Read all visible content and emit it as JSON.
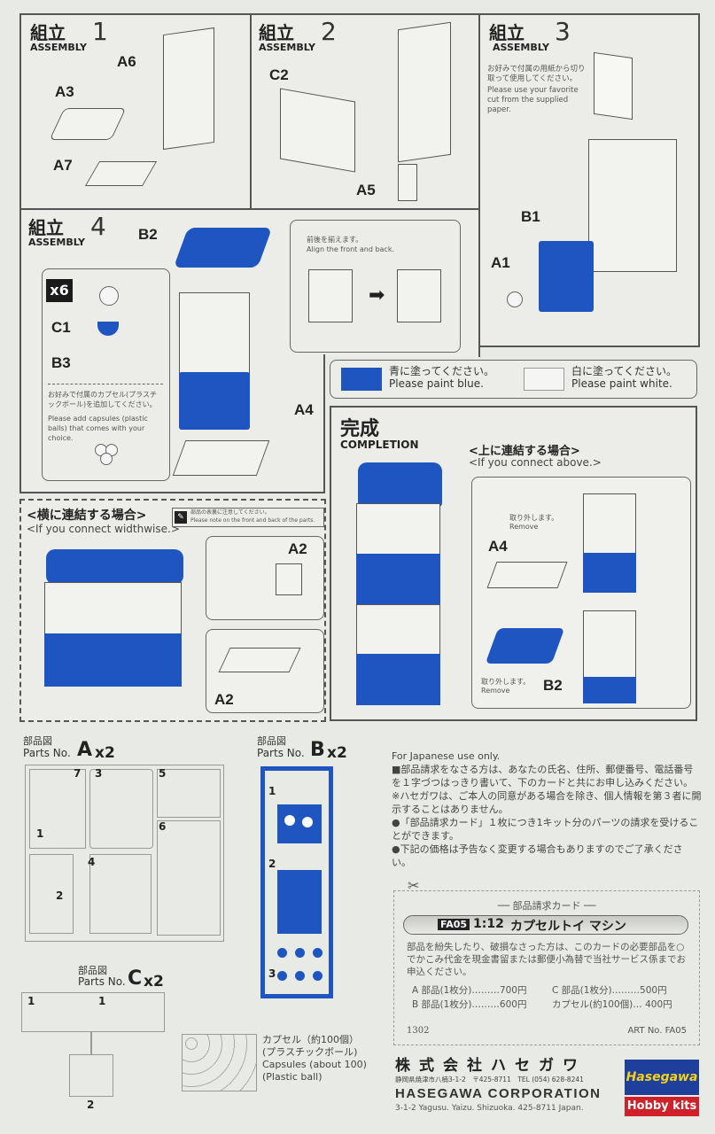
{
  "colors": {
    "blue": "#1f55c0",
    "white": "#f5f5f3",
    "page": "#e8eae5",
    "hobby_red": "#d0202a"
  },
  "assembly1": {
    "jp": "組立",
    "en": "ASSEMBLY",
    "num": "1",
    "labels": [
      "A6",
      "A3",
      "A7"
    ]
  },
  "assembly2": {
    "jp": "組立",
    "en": "ASSEMBLY",
    "num": "2",
    "labels": [
      "C2",
      "A5"
    ]
  },
  "assembly3": {
    "jp": "組立",
    "en": "ASSEMBLY",
    "num": "3",
    "note_jp": "お好みで付属の用紙から切り取って使用してください。",
    "note_en": "Please use your favorite cut from the supplied paper.",
    "labels": [
      "B1",
      "A1"
    ]
  },
  "assembly4": {
    "jp": "組立",
    "en": "ASSEMBLY",
    "num": "4",
    "labels": [
      "B2",
      "C1",
      "B3",
      "A4"
    ],
    "count_badge": "x6",
    "note_jp": "お好みで付属のカプセル(プラスチックボール)を追加してください。",
    "note_en": "Please add capsules (plastic balls) that comes with your choice.",
    "align_jp": "前後を揃えます。",
    "align_en": "Align the front and back."
  },
  "legend": {
    "blue_jp": "青に塗ってください。",
    "blue_en": "Please paint blue.",
    "white_jp": "白に塗ってください。",
    "white_en": "Please paint white."
  },
  "completion": {
    "jp": "完成",
    "en": "COMPLETION",
    "above_jp": "<上に連結する場合>",
    "above_en": "<If you connect above.>",
    "labels": [
      "A4",
      "B2"
    ],
    "remove_jp": "取り外します。",
    "remove_en": "Remove"
  },
  "widthwise": {
    "jp": "<横に連結する場合>",
    "en": "<If you connect widthwise.>",
    "note_jp": "部品の表裏に注意してください。",
    "note_en": "Please note on the front and back of the parts.",
    "labels": [
      "A2",
      "A2"
    ]
  },
  "parts": {
    "a": {
      "jp": "部品図",
      "en": "Parts No.",
      "letter": "A",
      "count": "x2",
      "numbers": [
        "7",
        "3",
        "5",
        "6",
        "1",
        "2",
        "4"
      ]
    },
    "b": {
      "jp": "部品図",
      "en": "Parts No.",
      "letter": "B",
      "count": "x2",
      "numbers": [
        "1",
        "2",
        "3"
      ]
    },
    "c": {
      "jp": "部品図",
      "en": "Parts No.",
      "letter": "C",
      "count": "x2",
      "numbers": [
        "1",
        "1",
        "2"
      ]
    },
    "capsules": {
      "l1": "カプセル（約100個）",
      "l2": "(プラスチックボール)",
      "l3": "Capsules (about 100)",
      "l4": "(Plastic ball)"
    }
  },
  "order": {
    "header": "For Japanese use only.",
    "p1": "■部品請求をなさる方は、あなたの氏名、住所、郵便番号、電話番号を１字づつはっきり書いて、下のカードと共にお申し込みください。",
    "p2": "※ハセガワは、ご本人の同意がある場合を除き、個人情報を第３者に開示することはありません。",
    "p3": "●「部品請求カード」１枚につき1キット分のパーツの請求を受けることができます。",
    "p4": "●下記の価格は予告なく変更する場合もありますのでご了承ください。",
    "card_title": "部品請求カード",
    "kit_code": "FA05",
    "scale": "1:12",
    "kit_name": "カプセルトイ マシン",
    "card_text": "部品を紛失したり、破損なさった方は、このカードの必要部品を○でかこみ代金を現金書留または郵便小為替で当社サービス係までお申込ください。",
    "prices": [
      {
        "item": "A 部品(1枚分)",
        "price": "700円"
      },
      {
        "item": "C 部品(1枚分)",
        "price": "500円"
      },
      {
        "item": "B 部品(1枚分)",
        "price": "600円"
      },
      {
        "item": "カプセル(約100個)",
        "price": "400円"
      }
    ],
    "code": "1302",
    "art_no": "ART No. FA05"
  },
  "company": {
    "jp": "株式会社ハセガワ",
    "address_jp": "静岡県焼津市八楠3-1-2　〒425-8711　TEL (054) 628-8241",
    "en": "HASEGAWA CORPORATION",
    "address_en": "3-1-2 Yagusu. Yaizu. Shizuoka. 425-8711 Japan.",
    "logo": "Hasegawa",
    "logo2": "Hobby kits"
  }
}
